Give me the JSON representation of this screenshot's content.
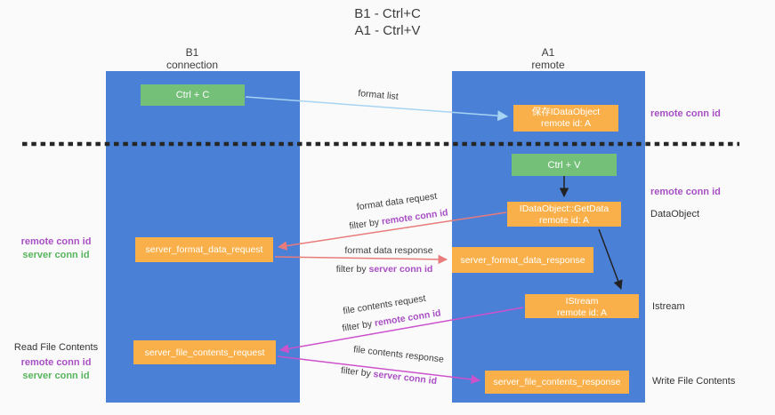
{
  "title": {
    "line1": "B1 - Ctrl+C",
    "line2": "A1 - Ctrl+V"
  },
  "lanes": {
    "left": {
      "name": "B1",
      "subtitle": "connection"
    },
    "right": {
      "name": "A1",
      "subtitle": "remote"
    }
  },
  "nodes": {
    "ctrl_c": {
      "label": "Ctrl + C"
    },
    "save_idataobject": {
      "line1": "保存IDataObject",
      "line2": "remote id: A"
    },
    "ctrl_v": {
      "label": "Ctrl + V"
    },
    "getdata": {
      "line1": "IDataObject::GetData",
      "line2": "remote id: A"
    },
    "format_request": {
      "label": "server_format_data_request"
    },
    "format_response": {
      "label": "server_format_data_response"
    },
    "istream": {
      "line1": "IStream",
      "line2": "remote id: A"
    },
    "file_request": {
      "label": "server_file_contents_request"
    },
    "file_response": {
      "label": "server_file_contents_response"
    }
  },
  "edges": {
    "format_list": {
      "label": "format list"
    },
    "format_data_request": {
      "label": "format data request"
    },
    "format_data_response": {
      "label": "format data response"
    },
    "file_contents_request": {
      "label": "file contents request"
    },
    "file_contents_response": {
      "label": "file contents response"
    }
  },
  "terms": {
    "filter_by": "filter by ",
    "remote_conn_id": "remote conn id",
    "server_conn_id": "server conn id"
  },
  "annotations": {
    "dataobject": "DataObject",
    "istream": "Istream",
    "write_file_contents": "Write File Contents",
    "read_file_contents": "Read File Contents"
  },
  "colors": {
    "lane_blue": "#4a80d6",
    "box_green": "#74c078",
    "box_orange": "#f9b04a",
    "purple_text": "#a94fc4",
    "green_text": "#56b45c",
    "arrow_blue": "#a8d4f4",
    "arrow_salmon": "#e97b7b",
    "arrow_magenta": "#cc52cc",
    "arrow_black": "#222222",
    "background": "#fafafa"
  }
}
